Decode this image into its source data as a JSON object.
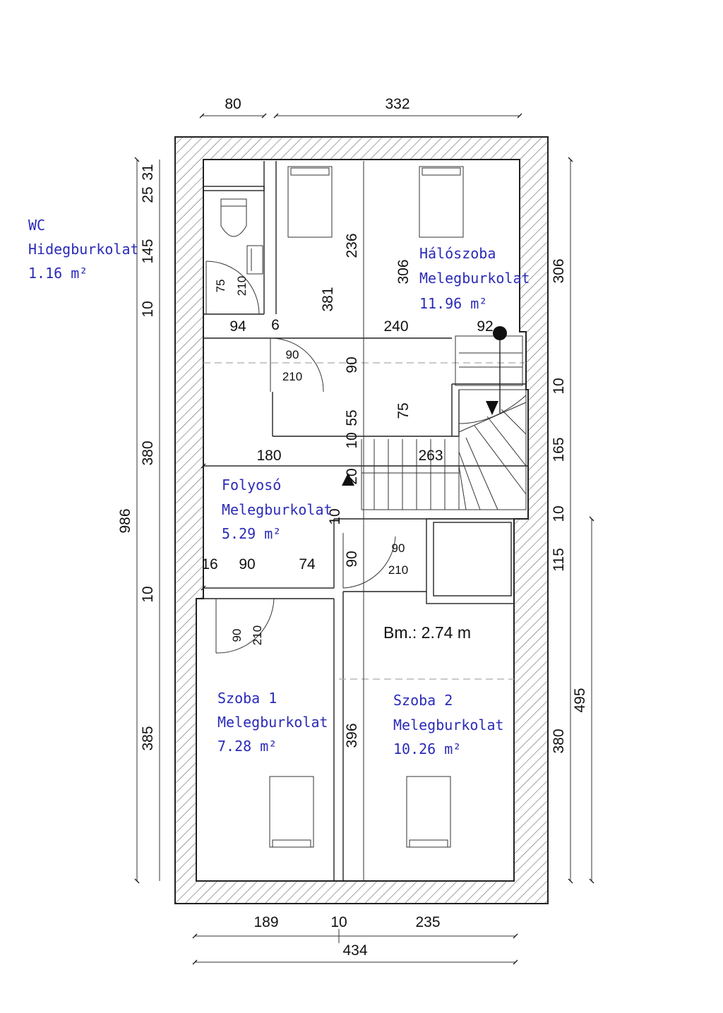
{
  "dimensions": {
    "top_80": "80",
    "top_332": "332",
    "left_31": "31",
    "left_25": "25",
    "left_145": "145",
    "left_10a": "10",
    "left_380": "380",
    "left_986": "986",
    "left_10b": "10",
    "left_385": "385",
    "right_306": "306",
    "right_10a": "10",
    "right_165": "165",
    "right_10b": "10",
    "right_115": "115",
    "right_495": "495",
    "right_380": "380",
    "bottom_189": "189",
    "bottom_10": "10",
    "bottom_235": "235",
    "bottom_434": "434",
    "int_94": "94",
    "int_6": "6",
    "int_240": "240",
    "int_92": "92",
    "int_236": "236",
    "int_381": "381",
    "int_306": "306",
    "int_90a": "90",
    "int_75": "75",
    "int_55": "55",
    "int_10c": "10",
    "int_180": "180",
    "int_263": "263",
    "int_20": "20",
    "int_10d": "10",
    "int_16": "16",
    "int_90b": "90",
    "int_74": "74",
    "int_396": "396",
    "int_90c": "90"
  },
  "doors": [
    {
      "w": "75",
      "h": "210"
    },
    {
      "w": "90",
      "h": "210"
    },
    {
      "w": "90",
      "h": "210"
    },
    {
      "w": "90",
      "h": "210"
    }
  ],
  "rooms": {
    "wc": {
      "name": "WC",
      "floor": "Hidegburkolat",
      "area": "1.16 m²"
    },
    "haloszoba": {
      "name": "Hálószoba",
      "floor": "Melegburkolat",
      "area": "11.96 m²"
    },
    "folyoso": {
      "name": "Folyosó",
      "floor": "Melegburkolat",
      "area": "5.29 m²"
    },
    "szoba1": {
      "name": "Szoba 1",
      "floor": "Melegburkolat",
      "area": "7.28 m²"
    },
    "szoba2": {
      "name": "Szoba 2",
      "floor": "Melegburkolat",
      "area": "10.26 m²"
    }
  },
  "ceiling_height": "Bm.: 2.74 m"
}
